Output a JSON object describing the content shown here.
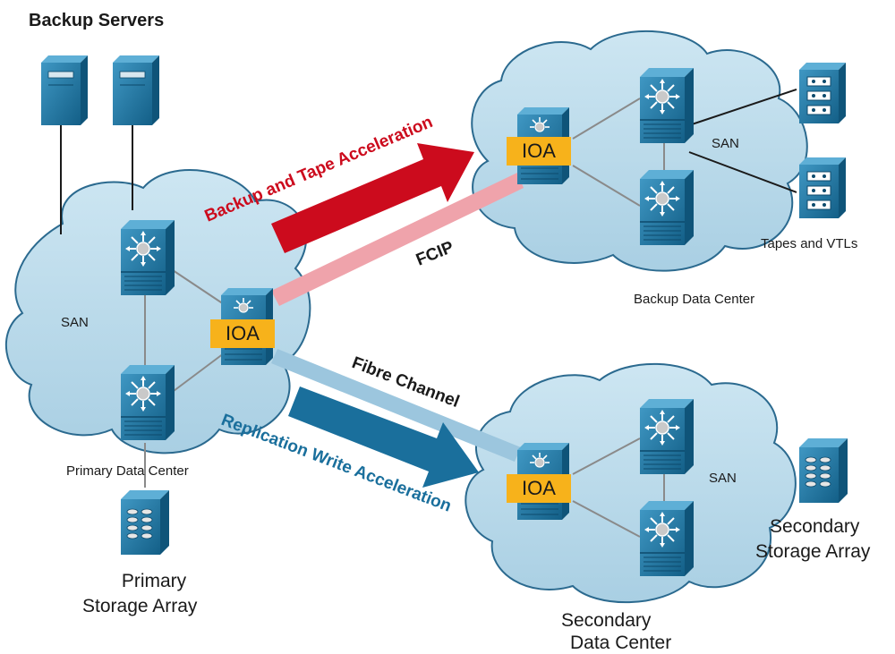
{
  "header": {
    "backup_servers": "Backup Servers"
  },
  "clouds": {
    "primary": {
      "san": "SAN",
      "name": "Primary Data Center"
    },
    "backup": {
      "san": "SAN",
      "name": "Backup Data Center"
    },
    "secondary": {
      "san": "SAN",
      "name_line1": "Secondary",
      "name_line2": "Data Center"
    }
  },
  "devices": {
    "ioa_primary": "IOA",
    "ioa_backup": "IOA",
    "ioa_secondary": "IOA",
    "tapes": "Tapes and VTLs",
    "primary_storage": {
      "line1": "Primary",
      "line2": "Storage Array"
    },
    "secondary_storage": {
      "line1": "Secondary",
      "line2": "Storage Array"
    }
  },
  "links": {
    "backup_accel": "Backup and Tape Acceleration",
    "fcip": "FCIP",
    "fibre_channel": "Fibre Channel",
    "replication_accel": "Replication Write Acceleration"
  },
  "colors": {
    "cloud": "#b9d9ea",
    "cloud_edge": "#2b6a8f",
    "device": "#1d79a8",
    "ioa": "#f7b21b",
    "red_arrow": "#cc0b1d",
    "red_link": "#efa3ab",
    "blue_arrow": "#1a6f9c",
    "blue_link": "#9cc6de"
  }
}
